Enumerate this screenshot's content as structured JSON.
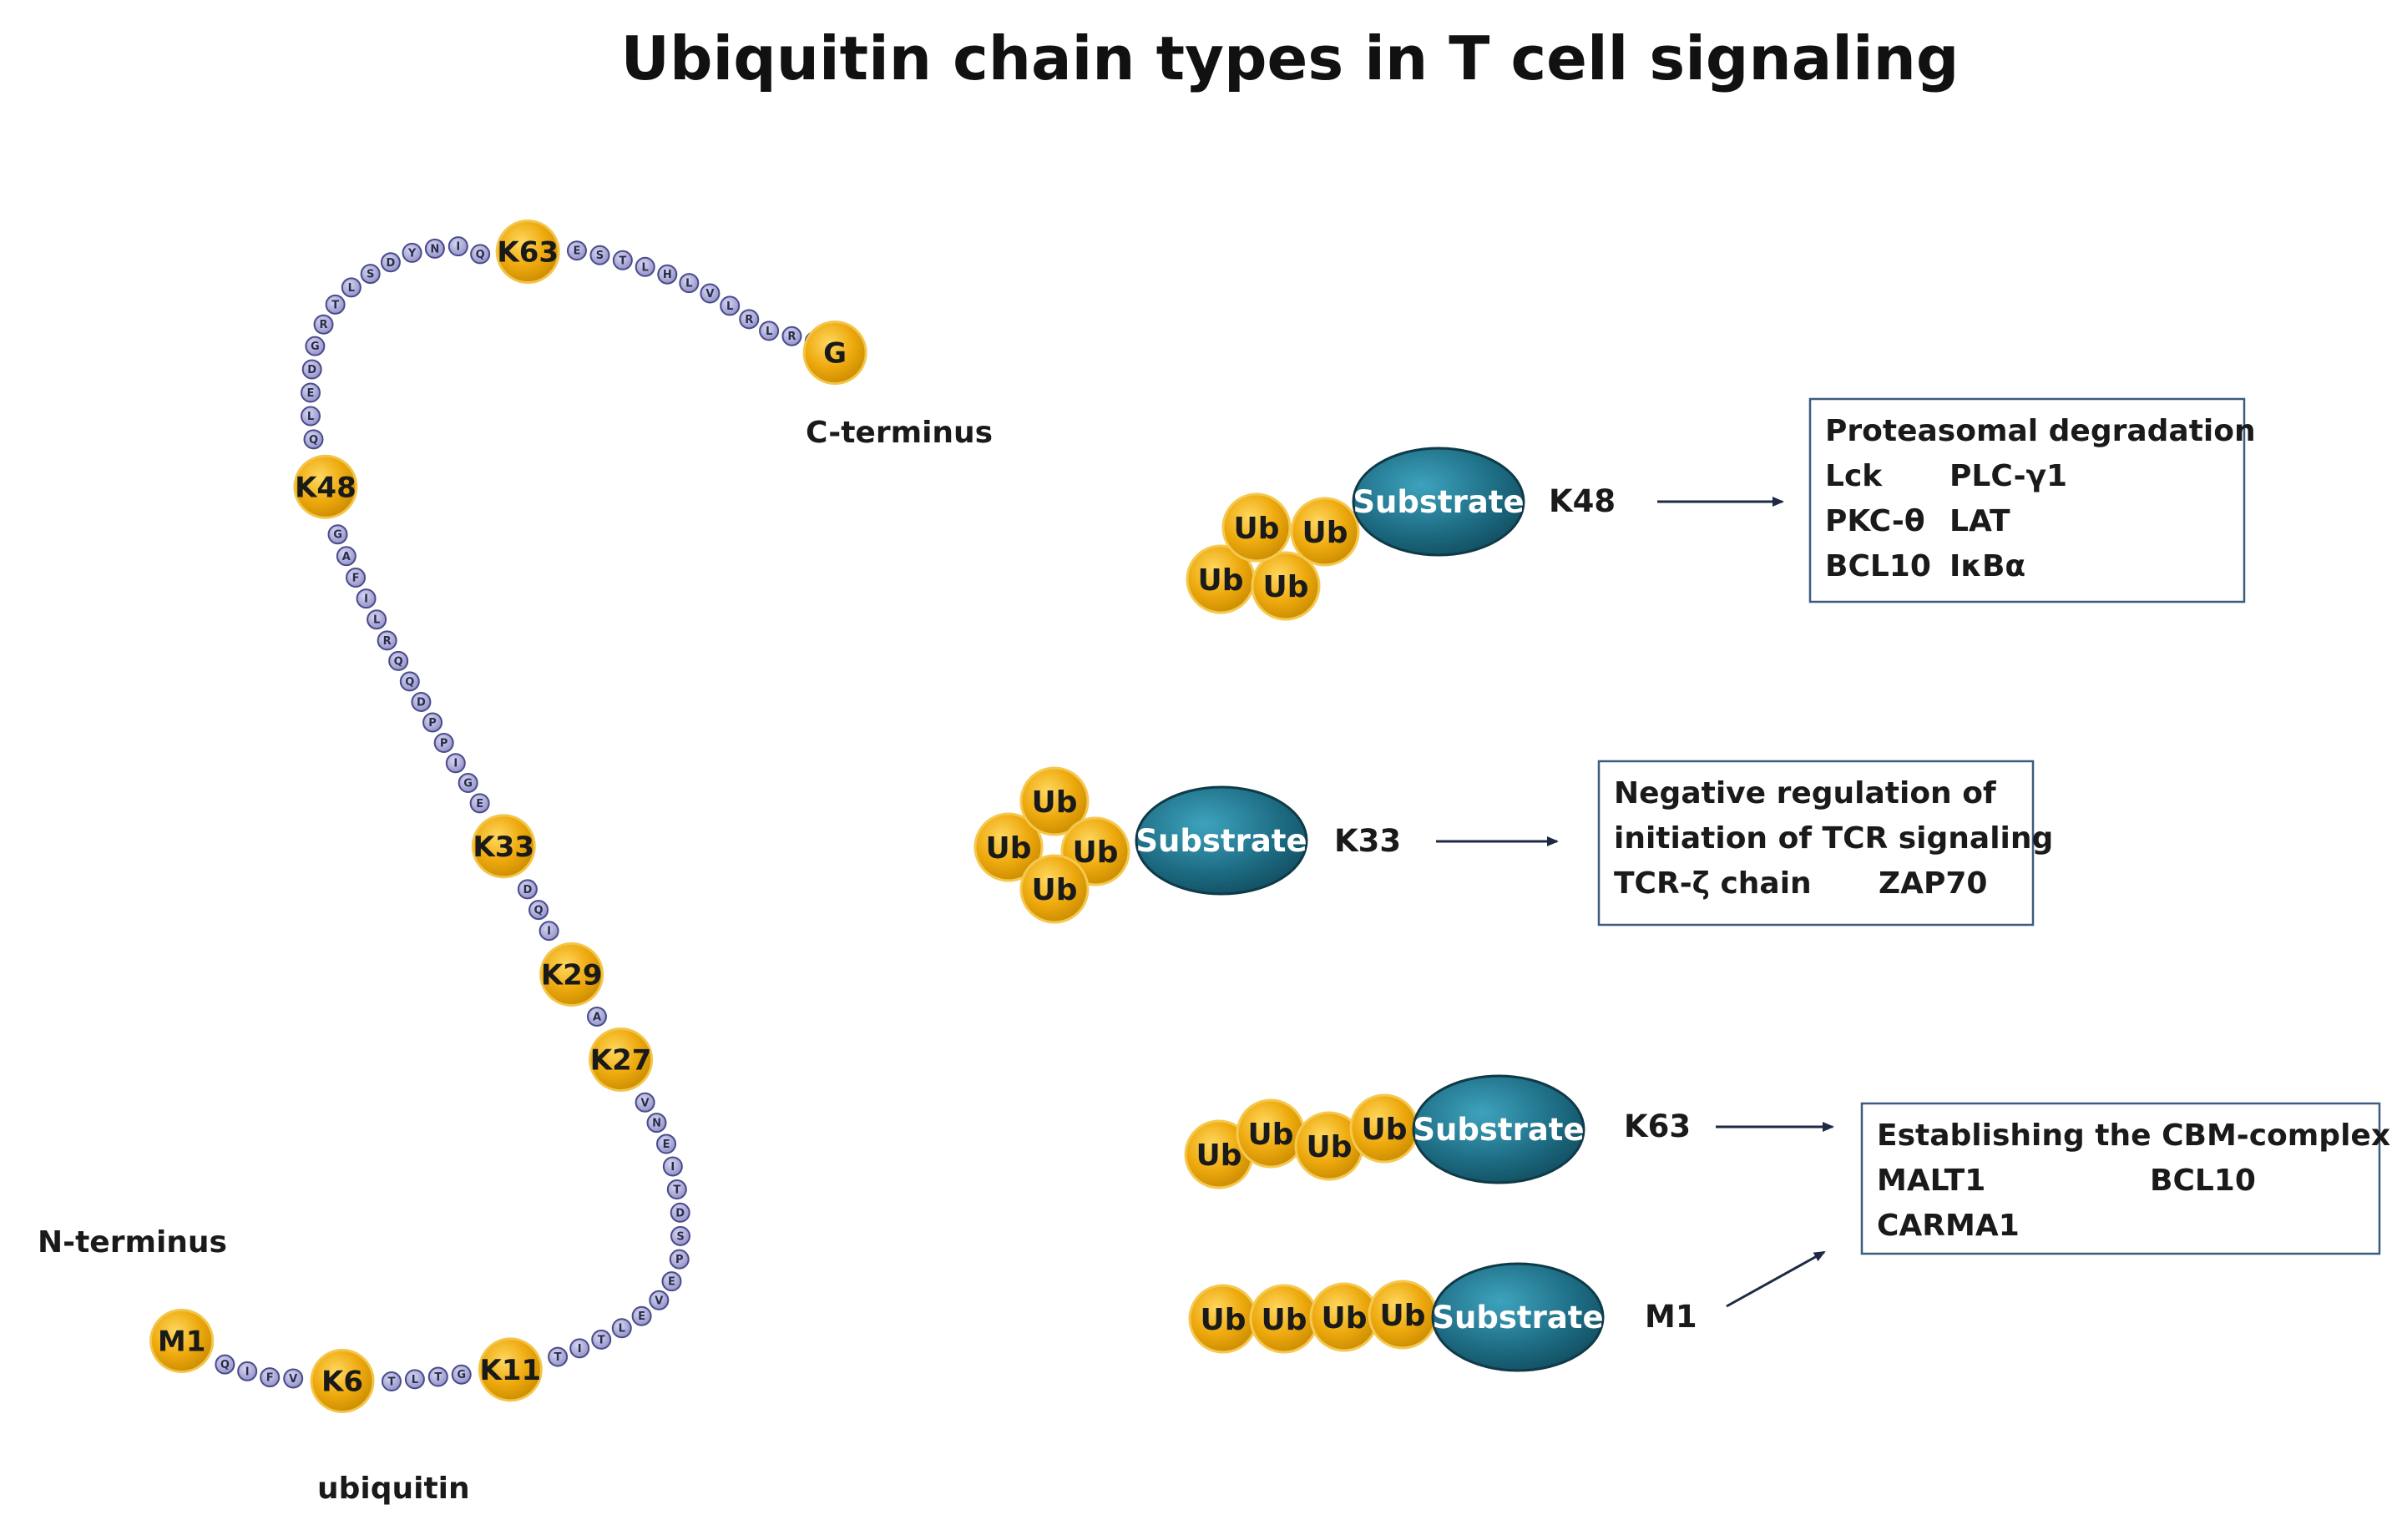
{
  "title": "Ubiquitin chain types in T cell signaling",
  "ubiquitin": {
    "label": "ubiquitin",
    "n_terminus_label": "N-terminus",
    "c_terminus_label": "C-terminus",
    "residues": [
      "M1",
      "Q",
      "I",
      "F",
      "V",
      "K6",
      "T",
      "L",
      "T",
      "G",
      "K11",
      "T",
      "I",
      "T",
      "L",
      "E",
      "V",
      "E",
      "P",
      "S",
      "D",
      "T",
      "I",
      "E",
      "N",
      "V",
      "K27",
      "A",
      "K29",
      "I",
      "Q",
      "D",
      "K33",
      "E",
      "G",
      "I",
      "P",
      "P",
      "D",
      "Q",
      "Q",
      "R",
      "L",
      "I",
      "F",
      "A",
      "G",
      "K48",
      "Q",
      "L",
      "E",
      "D",
      "G",
      "R",
      "T",
      "L",
      "S",
      "D",
      "Y",
      "N",
      "I",
      "Q",
      "K63",
      "E",
      "S",
      "T",
      "L",
      "H",
      "L",
      "V",
      "L",
      "R",
      "L",
      "R",
      "G",
      "G"
    ]
  },
  "chains": [
    {
      "id": "k48",
      "linkage": "K48",
      "ub_labels": [
        "Ub",
        "Ub",
        "Ub",
        "Ub"
      ],
      "substrate_label": "Substrate",
      "box_lines": [
        [
          "Proteasomal degradation"
        ],
        [
          "Lck",
          "PLC-γ1"
        ],
        [
          "PKC-θ",
          "LAT"
        ],
        [
          "BCL10",
          "IκBα"
        ]
      ]
    },
    {
      "id": "k33",
      "linkage": "K33",
      "ub_labels": [
        "Ub",
        "Ub",
        "Ub",
        "Ub"
      ],
      "substrate_label": "Substrate",
      "box_lines": [
        [
          "Negative regulation of"
        ],
        [
          "initiation of TCR signaling"
        ],
        [
          "TCR-ζ chain",
          "ZAP70"
        ]
      ]
    },
    {
      "id": "k63",
      "linkage": "K63",
      "ub_labels": [
        "Ub",
        "Ub",
        "Ub",
        "Ub"
      ],
      "substrate_label": "Substrate"
    },
    {
      "id": "m1",
      "linkage": "M1",
      "ub_labels": [
        "Ub",
        "Ub",
        "Ub",
        "Ub"
      ],
      "substrate_label": "Substrate"
    }
  ],
  "shared_box": {
    "lines": [
      [
        "Establishing the CBM-complex"
      ],
      [
        "MALT1",
        "BCL10"
      ],
      [
        "CARMA1"
      ]
    ]
  },
  "colors": {
    "ub_gold": "#e8a30a",
    "ub_gold_light": "#f7c948",
    "residue_fill": "#9b9bd1",
    "residue_stroke": "#4a4a8a",
    "substrate": "#1f6b82",
    "substrate_light": "#3a9ab3",
    "box_border": "#3d5a80",
    "arrow": "#1e2a44"
  }
}
